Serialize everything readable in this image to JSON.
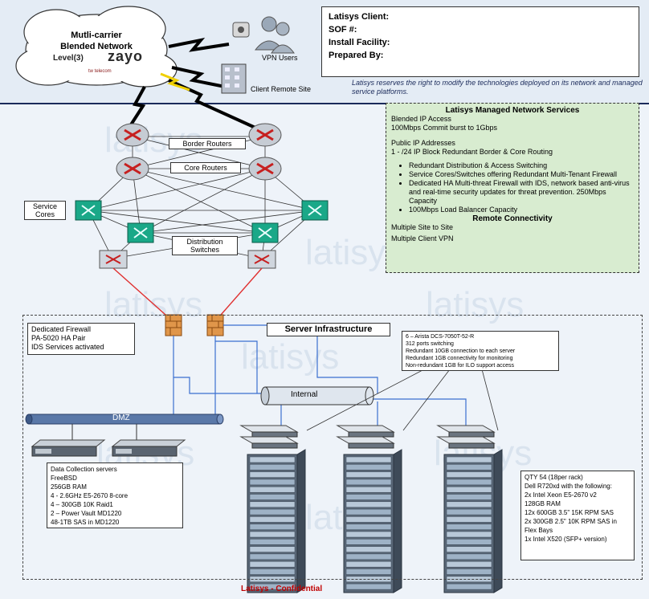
{
  "header": {
    "cloud_line1": "Mutli-carrier",
    "cloud_line2": "Blended Network",
    "logo_level3": "Level(3)",
    "logo_zayo": "zayo",
    "logo_tw": "tw telecom",
    "vpn_users": "VPN Users",
    "client_remote_site": "Client Remote Site",
    "info_client": "Latisys Client:",
    "info_sof": "SOF #:",
    "info_facility": "Install Facility:",
    "info_prepared": "Prepared By:",
    "disclaimer": "Latisys reserves the right to modify the technologies deployed on its network and managed service platforms."
  },
  "network": {
    "border_routers": "Border Routers",
    "core_routers": "Core Routers",
    "service_cores_1": "Service",
    "service_cores_2": "Cores",
    "distribution_1": "Distribution",
    "distribution_2": "Switches"
  },
  "services": {
    "title": "Latisys Managed Network Services",
    "blended_ip": "Blended IP Access",
    "commit": "100Mbps Commit burst to 1Gbps",
    "public_ip": "Public IP Addresses",
    "ip_block": "1 - /24 IP Block Redundant Border & Core Routing",
    "bullets": [
      "Redundant Distribution & Access Switching",
      "Service Cores/Switches offering Redundant Multi-Tenant Firewall",
      "Dedicated HA Multi-threat Firewall with IDS, network based anti-virus and real-time security updates for threat prevention. 250Mbps Capacity",
      "100Mbps Load Balancer Capacity"
    ],
    "remote_title": "Remote Connectivity",
    "site_to_site": "Multiple Site to Site",
    "client_vpn": "Multiple Client VPN"
  },
  "infra": {
    "firewall_1": "Dedicated Firewall",
    "firewall_2": "PA-5020 HA Pair",
    "firewall_3": "IDS Services activated",
    "server_infra": "Server Infrastructure",
    "internal": "Internal",
    "dmz": "DMZ",
    "arista_1": "6 – Arista DCS-7050T-52-R",
    "arista_2": "312 ports switching",
    "arista_3": "Redundant 10GB connection to each server",
    "arista_4": "Redundant 1GB connectivity for monitoring",
    "arista_5": "Non-redundant 1GB for ILO support access",
    "dc_lines": [
      "Data Collection servers",
      "FreeBSD",
      "256GB RAM",
      "4 -  2.6GHz E5-2670 8-core",
      "4 – 300GB 10K Raid1",
      "2 – Power Vault MD1220",
      "48-1TB SAS in MD1220"
    ],
    "qty_lines": [
      "QTY 54 (18per rack)",
      "Dell R720xd with the following:",
      "2x Intel Xeon E5-2670 v2",
      "128GB RAM",
      "12x 600GB 3.5\" 15K RPM SAS",
      "2x 300GB 2.5\" 10K RPM SAS in Flex Bays",
      "1x Intel X520 (SFP+ version)"
    ]
  },
  "footer": {
    "confidential": "Latisys - Confidential"
  },
  "watermark": "latisys",
  "colors": {
    "header_bg": "#e4ecf5",
    "service_box": "#d8ecd0",
    "confidential": "#c00000",
    "link_red": "#e03030",
    "link_blue": "#3a6fd0",
    "router": "#c62020",
    "switch_teal": "#1aa888"
  }
}
